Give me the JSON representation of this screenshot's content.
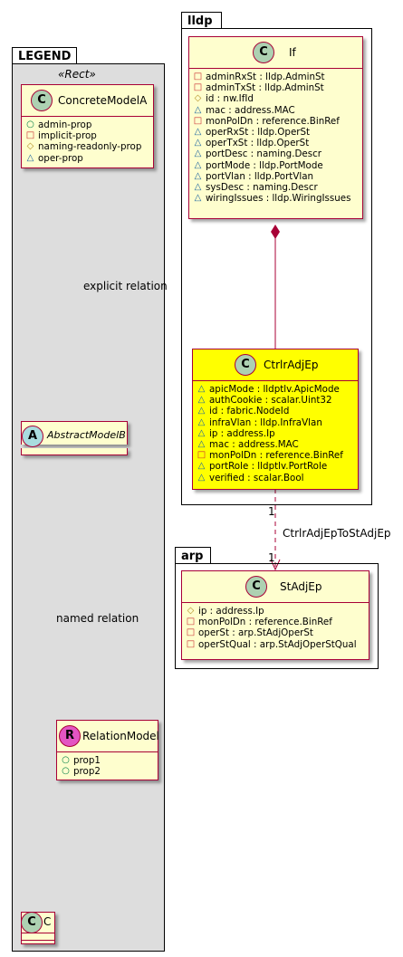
{
  "colors": {
    "border": "#a80036",
    "class_fill": "#fefece",
    "highlight_fill": "#ffff00",
    "legend_fill": "#dddddd"
  },
  "packages": {
    "legend": {
      "name": "LEGEND",
      "stereotype": "«Rect»"
    },
    "lldp": {
      "name": "lldp"
    },
    "arp": {
      "name": "arp"
    }
  },
  "classes": {
    "concrete": {
      "badge": "C",
      "name": "ConcreteModelA",
      "attrs": [
        {
          "vis": "○",
          "text": "admin-prop"
        },
        {
          "vis": "□",
          "text": "implicit-prop"
        },
        {
          "vis": "◇",
          "text": "naming-readonly-prop"
        },
        {
          "vis": "△",
          "text": "oper-prop"
        }
      ]
    },
    "abstract": {
      "badge": "A",
      "name": "AbstractModelB"
    },
    "relation": {
      "badge": "R",
      "name": "RelationModel",
      "attrs": [
        {
          "vis": "○",
          "text": "prop1"
        },
        {
          "vis": "○",
          "text": "prop2"
        }
      ]
    },
    "c": {
      "badge": "C",
      "name": "C"
    },
    "if": {
      "badge": "C",
      "name": "If",
      "attrs": [
        {
          "vis": "□",
          "text": "adminRxSt : lldp.AdminSt"
        },
        {
          "vis": "□",
          "text": "adminTxSt : lldp.AdminSt"
        },
        {
          "vis": "◇",
          "text": "id : nw.IfId"
        },
        {
          "vis": "△",
          "text": "mac : address.MAC"
        },
        {
          "vis": "□",
          "text": "monPolDn : reference.BinRef"
        },
        {
          "vis": "△",
          "text": "operRxSt : lldp.OperSt"
        },
        {
          "vis": "△",
          "text": "operTxSt : lldp.OperSt"
        },
        {
          "vis": "△",
          "text": "portDesc : naming.Descr"
        },
        {
          "vis": "△",
          "text": "portMode : lldp.PortMode"
        },
        {
          "vis": "△",
          "text": "portVlan : lldp.PortVlan"
        },
        {
          "vis": "△",
          "text": "sysDesc : naming.Descr"
        },
        {
          "vis": "△",
          "text": "wiringIssues : lldp.WiringIssues"
        }
      ]
    },
    "ctrlr": {
      "badge": "C",
      "name": "CtrlrAdjEp",
      "attrs": [
        {
          "vis": "△",
          "text": "apicMode : lldptlv.ApicMode"
        },
        {
          "vis": "△",
          "text": "authCookie : scalar.Uint32"
        },
        {
          "vis": "△",
          "text": "id : fabric.NodeId"
        },
        {
          "vis": "△",
          "text": "infraVlan : lldp.InfraVlan"
        },
        {
          "vis": "△",
          "text": "ip : address.Ip"
        },
        {
          "vis": "△",
          "text": "mac : address.MAC"
        },
        {
          "vis": "□",
          "text": "monPolDn : reference.BinRef"
        },
        {
          "vis": "△",
          "text": "portRole : lldptlv.PortRole"
        },
        {
          "vis": "△",
          "text": "verified : scalar.Bool"
        }
      ]
    },
    "stadj": {
      "badge": "C",
      "name": "StAdjEp",
      "attrs": [
        {
          "vis": "◇",
          "text": "ip : address.Ip"
        },
        {
          "vis": "□",
          "text": "monPolDn : reference.BinRef"
        },
        {
          "vis": "□",
          "text": "operSt : arp.StAdjOperSt"
        },
        {
          "vis": "□",
          "text": "operStQual : arp.StAdjOperStQual"
        }
      ]
    }
  },
  "relations": {
    "explicit_label": "explicit relation",
    "named_label": "named relation",
    "ctrlr_to_stadj_label": "CtrlrAdjEpToStAdjEp",
    "mult_src": "1",
    "mult_dst": "1"
  }
}
